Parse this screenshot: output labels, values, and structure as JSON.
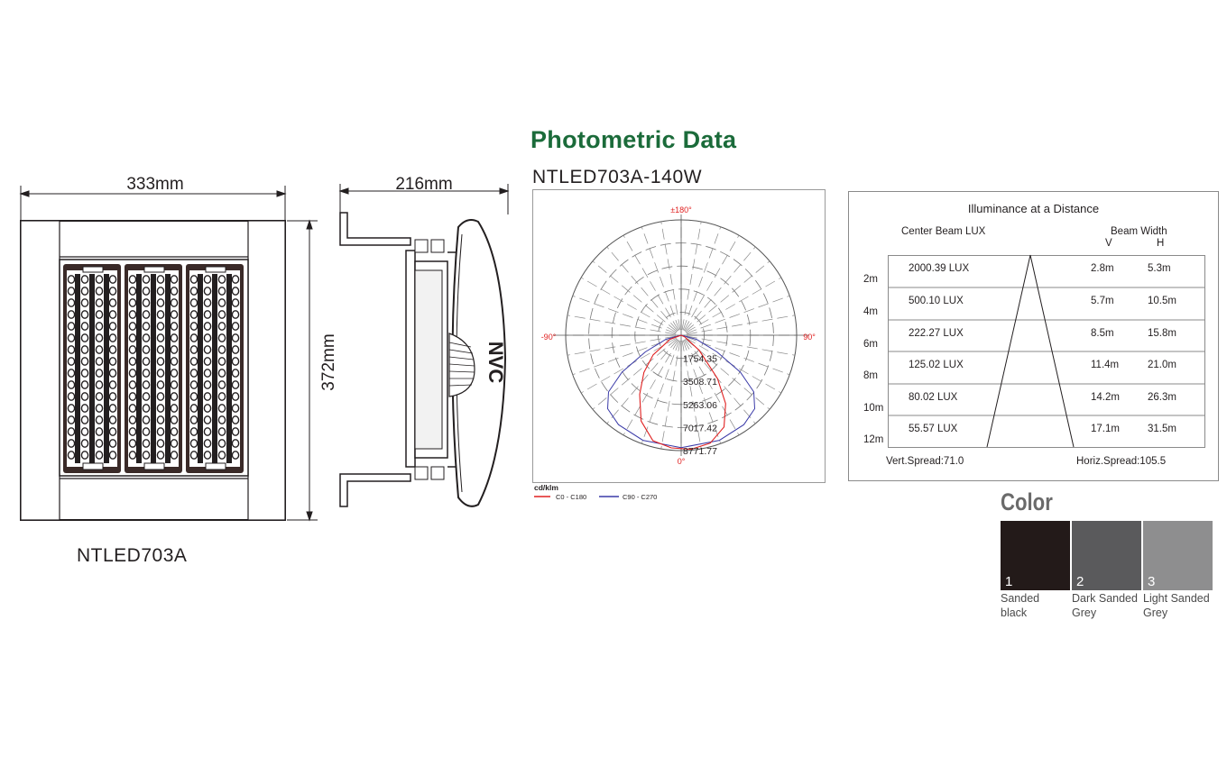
{
  "title": "Photometric Data",
  "model_variant": "NTLED703A-140W",
  "model_name": "NTLED703A",
  "dimensions": {
    "width": "333mm",
    "height": "372mm",
    "depth": "216mm"
  },
  "brand_mark": "NVC",
  "polar_chart": {
    "angle_labels": {
      "top": "±180°",
      "left": "-90°",
      "right": "90°",
      "bottom": "0°"
    },
    "ring_values": [
      "1754.35",
      "3508.71",
      "5263.06",
      "7017.42",
      "8771.77"
    ],
    "unit": "cd/klm",
    "legend": [
      {
        "name": "C0 - C180",
        "color": "#e02020"
      },
      {
        "name": "C90 - C270",
        "color": "#3a3aa8"
      }
    ]
  },
  "illuminance": {
    "title": "Illuminance at a Distance",
    "col_lux": "Center Beam LUX",
    "col_beam": "Beam Width",
    "col_v": "V",
    "col_h": "H",
    "rows": [
      {
        "distance": "2m",
        "lux": "2000.39 LUX",
        "v": "2.8m",
        "h": "5.3m"
      },
      {
        "distance": "4m",
        "lux": "500.10 LUX",
        "v": "5.7m",
        "h": "10.5m"
      },
      {
        "distance": "6m",
        "lux": "222.27 LUX",
        "v": "8.5m",
        "h": "15.8m"
      },
      {
        "distance": "8m",
        "lux": "125.02 LUX",
        "v": "11.4m",
        "h": "21.0m"
      },
      {
        "distance": "10m",
        "lux": "80.02 LUX",
        "v": "14.2m",
        "h": "26.3m"
      },
      {
        "distance": "12m",
        "lux": "55.57 LUX",
        "v": "17.1m",
        "h": "31.5m"
      }
    ],
    "vert_spread": "Vert.Spread:71.0",
    "horiz_spread": "Horiz.Spread:105.5"
  },
  "colors": {
    "heading": "Color",
    "options": [
      {
        "num": "1",
        "line1": "Sanded",
        "line2": "black",
        "hex": "#231a19"
      },
      {
        "num": "2",
        "line1": "Dark Sanded",
        "line2": "Grey",
        "hex": "#5a5a5c"
      },
      {
        "num": "3",
        "line1": "Light Sanded",
        "line2": "Grey",
        "hex": "#8e8e8f"
      }
    ]
  }
}
